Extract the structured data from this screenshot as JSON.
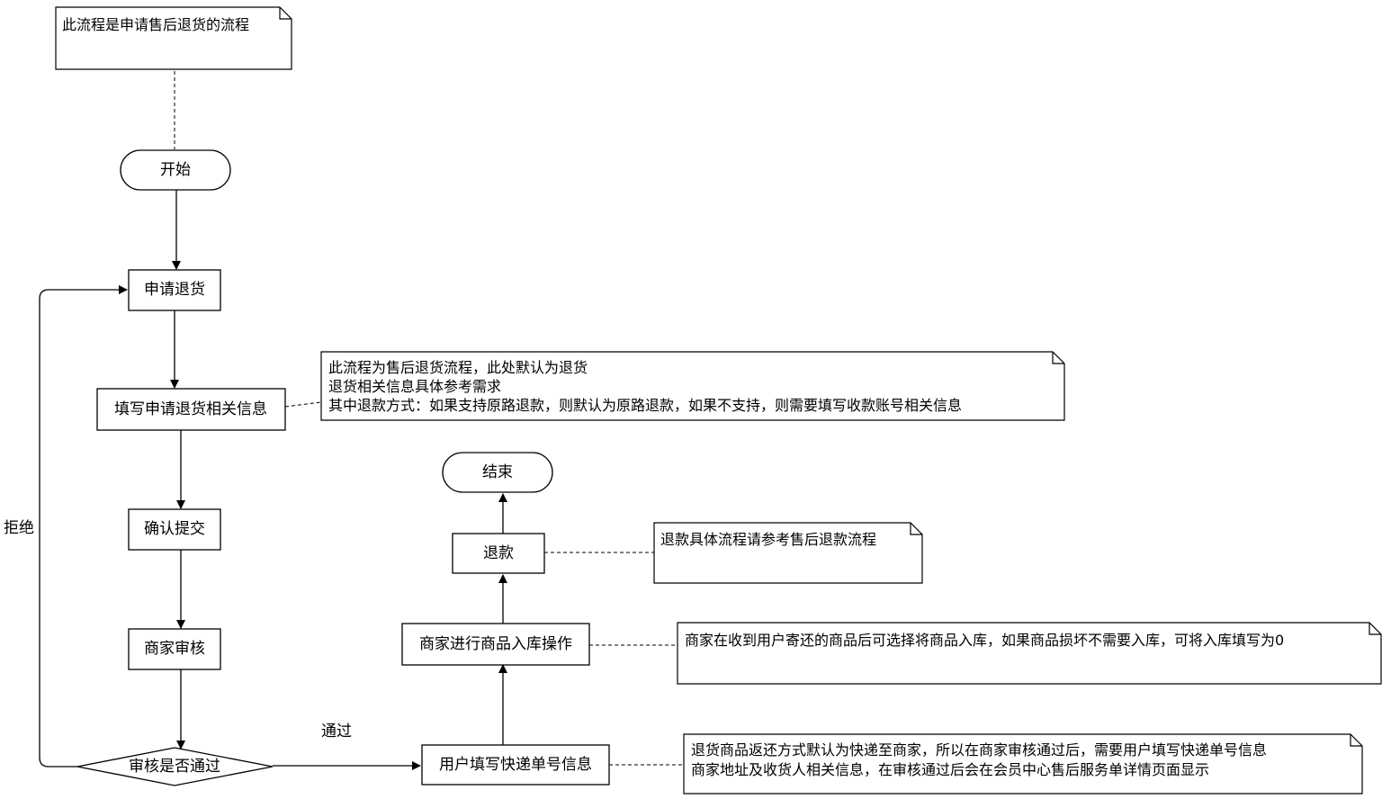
{
  "nodes": {
    "start": "开始",
    "apply": "申请退货",
    "fill_info": "填写申请退货相关信息",
    "confirm": "确认提交",
    "merchant_review": "商家审核",
    "review_decision": "审核是否通过",
    "user_fill_express": "用户填写快递单号信息",
    "merchant_stock": "商家进行商品入库操作",
    "refund": "退款",
    "end": "结束"
  },
  "edges": {
    "reject": "拒绝",
    "pass": "通过"
  },
  "notes": {
    "flow_desc": [
      "此流程是申请售后退货的流程"
    ],
    "fill_info_note": [
      "此流程为售后退货流程，此处默认为退货",
      "退货相关信息具体参考需求",
      "其中退款方式：如果支持原路退款，则默认为原路退款，如果不支持，则需要填写收款账号相关信息"
    ],
    "refund_note": [
      "退款具体流程请参考售后退款流程"
    ],
    "stock_note": [
      "商家在收到用户寄还的商品后可选择将商品入库，如果商品损坏不需要入库，可将入库填写为0"
    ],
    "express_note": [
      "退货商品返还方式默认为快递至商家，所以在商家审核通过后，需要用户填写快递单号信息",
      "商家地址及收货人相关信息，在审核通过后会在会员中心售后服务单详情页面显示"
    ]
  },
  "colors": {
    "stroke": "#000000",
    "fill": "#ffffff"
  }
}
